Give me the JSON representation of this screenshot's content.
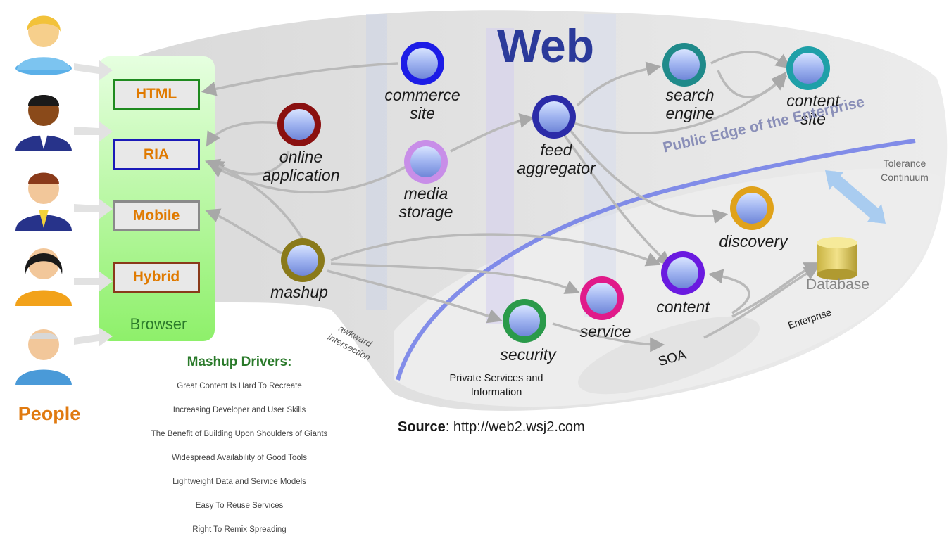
{
  "title": "Web",
  "people_label": "People",
  "browser": {
    "label": "Browser",
    "items": [
      "HTML",
      "RIA",
      "Mobile",
      "Hybrid"
    ]
  },
  "nodes": {
    "commerce_site": "commerce\nsite",
    "online_application": "online\napplication",
    "media_storage": "media\nstorage",
    "feed_aggregator": "feed\naggregator",
    "search_engine": "search\nengine",
    "content_site": "content\nsite",
    "discovery": "discovery",
    "mashup": "mashup",
    "content": "content",
    "service": "service",
    "security": "security"
  },
  "database_label": "Database",
  "public_edge": "Public Edge of the Enterprise",
  "tolerance": "Tolerance\nContinuum",
  "enterprise": "Enterprise",
  "soa": "SOA",
  "awkward": "awkward\nintersection",
  "private": "Private Services and\nInformation",
  "drivers": {
    "title": "Mashup Drivers:",
    "items": [
      "Great Content Is Hard To Recreate",
      "Increasing Developer and User Skills",
      "The Benefit of Building Upon Shoulders of Giants",
      "Widespread Availability of Good Tools",
      "Lightweight Data and Service Models",
      "Easy To Reuse Services",
      "Right To Remix Spreading"
    ]
  },
  "source": {
    "label": "Source",
    "url": ": http://web2.wsj2.com"
  },
  "colors": {
    "commerce": "#1c1ce6",
    "online": "#8a1010",
    "media": "#c88ee8",
    "feed": "#2b2ba8",
    "search": "#1f8a8a",
    "content_site": "#1fa0a8",
    "discovery": "#e0a21a",
    "mashup": "#8a7a1a",
    "content": "#6a1ae0",
    "service": "#e01a8a",
    "security": "#2a9a4a",
    "html": "#1f8a1f",
    "ria": "#1a1ab8",
    "mobile": "#8a8a8a",
    "hybrid": "#8a3a1a",
    "people": "#e07a10",
    "title": "#2b3a9a"
  }
}
